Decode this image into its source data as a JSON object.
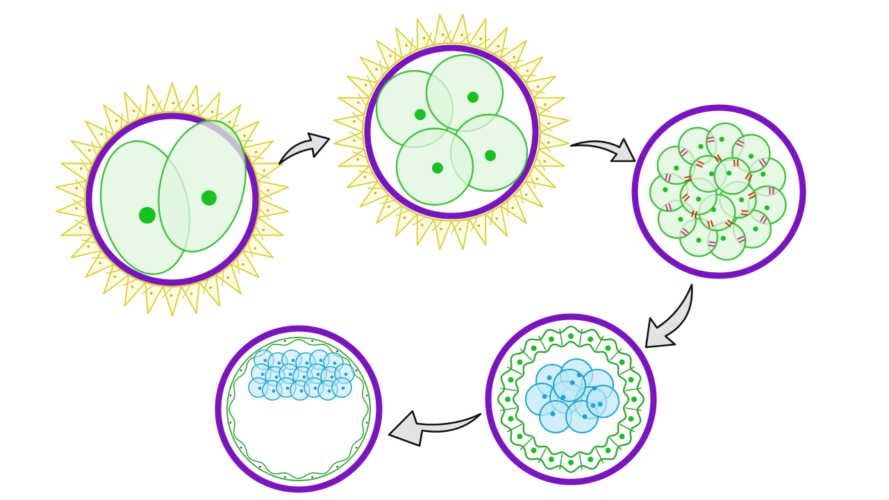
{
  "diagram": {
    "stages": [
      {
        "name": "two-cell-stage",
        "cells": 2,
        "has_corona": true
      },
      {
        "name": "four-cell-stage",
        "cells": 4,
        "has_corona": true
      },
      {
        "name": "morula",
        "cells": 16,
        "has_corona": false
      },
      {
        "name": "early-blastocyst",
        "has_corona": false
      },
      {
        "name": "hatching-blastocyst",
        "has_corona": false
      }
    ],
    "colors": {
      "zona_pellucida": "#7a14c2",
      "corona_cells": "#d9d23a",
      "corona_nucleus": "#c8b020",
      "cell_fill": "#dff5dc",
      "cell_outline": "#3cc43c",
      "nucleus": "#15c21e",
      "inner_cell_mass": "#1aa7d6",
      "inner_cell_fill": "#bfe8f7",
      "trophoblast": "#2fa82f",
      "junction_red": "#e0281e",
      "junction_pink": "#d0307a",
      "arrow_fill": "#e3e3e3",
      "arrow_stroke": "#111111"
    }
  }
}
